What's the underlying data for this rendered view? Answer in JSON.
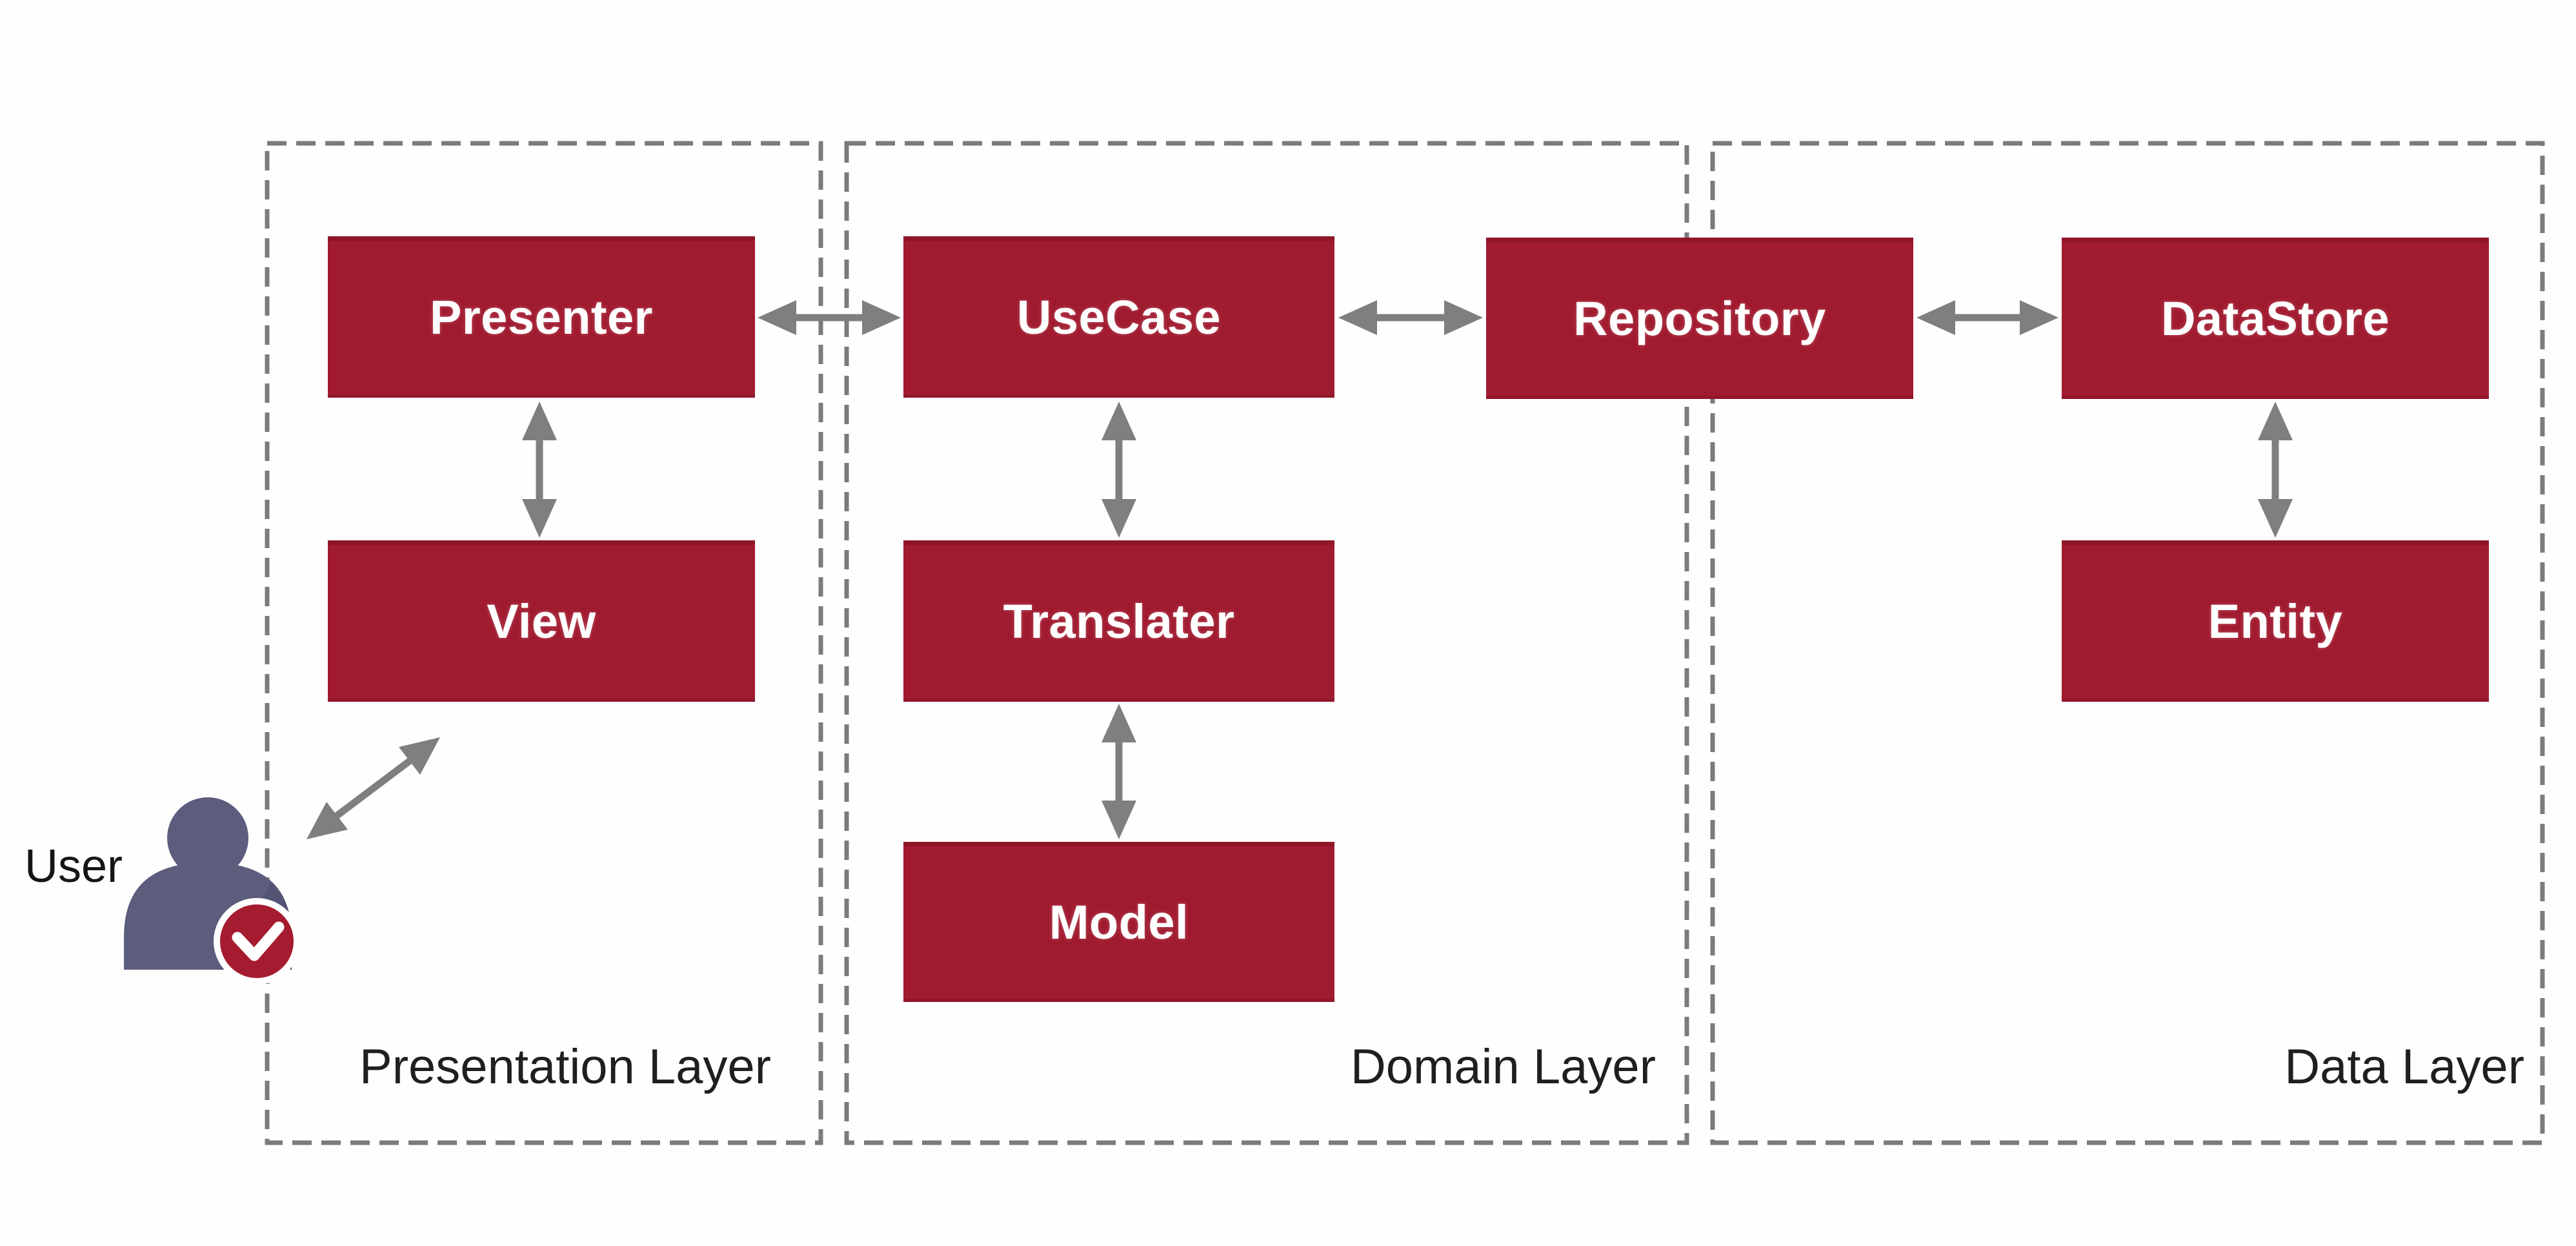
{
  "colors": {
    "background": "#fefefe",
    "box_fill": "#a11b30",
    "box_text": "#ffffff",
    "arrow": "#7f7f7f",
    "dashed_border": "#7b7b7b",
    "layer_label_text": "#1f1f1f",
    "user_figure": "#5c5c7d",
    "badge_fill": "#a51c30",
    "badge_ring": "#ffffff",
    "badge_check": "#ffffff"
  },
  "layers": [
    {
      "label": "Presentation Layer"
    },
    {
      "label": "Domain Layer"
    },
    {
      "label": "Data Layer"
    }
  ],
  "nodes": {
    "presenter": {
      "label": "Presenter"
    },
    "view": {
      "label": "View"
    },
    "usecase": {
      "label": "UseCase"
    },
    "translater": {
      "label": "Translater"
    },
    "model": {
      "label": "Model"
    },
    "repository": {
      "label": "Repository"
    },
    "datastore": {
      "label": "DataStore"
    },
    "entity": {
      "label": "Entity"
    }
  },
  "actor": {
    "label": "User",
    "badge_icon": "check-badge"
  },
  "connections": [
    {
      "from": "User",
      "to": "View",
      "direction": "bidirectional"
    },
    {
      "from": "Presenter",
      "to": "View",
      "direction": "bidirectional"
    },
    {
      "from": "Presenter",
      "to": "UseCase",
      "direction": "bidirectional"
    },
    {
      "from": "UseCase",
      "to": "Translater",
      "direction": "bidirectional"
    },
    {
      "from": "Translater",
      "to": "Model",
      "direction": "bidirectional"
    },
    {
      "from": "UseCase",
      "to": "Repository",
      "direction": "bidirectional"
    },
    {
      "from": "Repository",
      "to": "DataStore",
      "direction": "bidirectional"
    },
    {
      "from": "DataStore",
      "to": "Entity",
      "direction": "bidirectional"
    }
  ]
}
